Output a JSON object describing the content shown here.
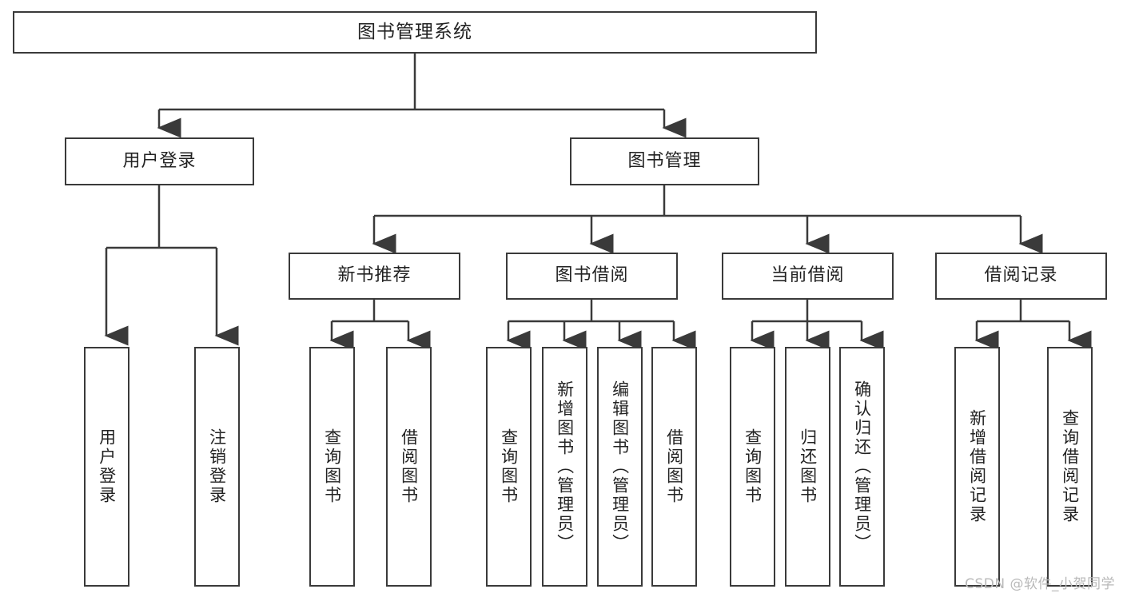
{
  "diagram": {
    "title": "图书管理系统",
    "type": "tree-hierarchy-chart",
    "colors": {
      "box_border": "#3a3a3a",
      "box_fill": "#ffffff",
      "connector": "#3a3a3a",
      "text": "#222222",
      "watermark": "#b9b9b9",
      "canvas": "#ffffff"
    },
    "watermark": "CSDN @软件_小贺同学",
    "nodes": {
      "root": {
        "label": "图书管理系统"
      },
      "level1": [
        {
          "label": "用户登录"
        },
        {
          "label": "图书管理"
        }
      ],
      "level2": [
        {
          "label": "新书推荐"
        },
        {
          "label": "图书借阅"
        },
        {
          "label": "当前借阅"
        },
        {
          "label": "借阅记录"
        }
      ],
      "leaves_user_login": [
        {
          "label": "用户登录"
        },
        {
          "label": "注销登录"
        }
      ],
      "leaves_new_book": [
        {
          "label": "查询图书"
        },
        {
          "label": "借阅图书"
        }
      ],
      "leaves_borrow": [
        {
          "label": "查询图书"
        },
        {
          "label": "新增图书（管理员）"
        },
        {
          "label": "编辑图书（管理员）"
        },
        {
          "label": "借阅图书"
        }
      ],
      "leaves_current": [
        {
          "label": "查询图书"
        },
        {
          "label": "归还图书"
        },
        {
          "label": "确认归还（管理员）"
        }
      ],
      "leaves_records": [
        {
          "label": "新增借阅记录"
        },
        {
          "label": "查询借阅记录"
        }
      ]
    }
  }
}
